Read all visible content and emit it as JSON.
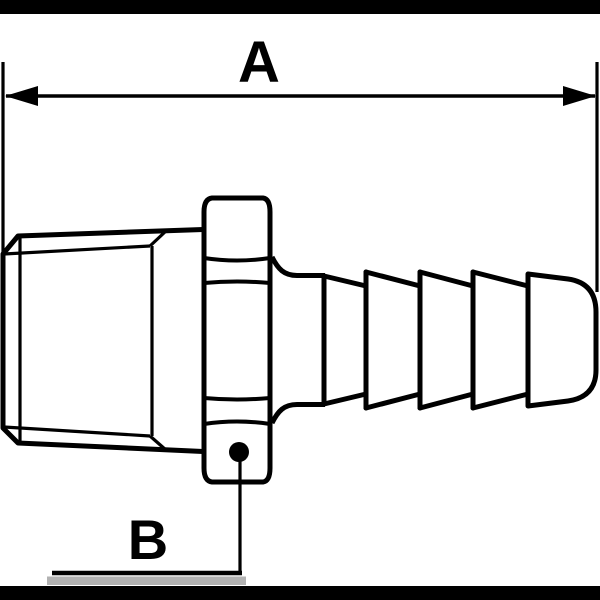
{
  "figure": {
    "kind": "technical line drawing",
    "subject": "hose barb fitting with male taper thread and hex nut, side view",
    "labels": {
      "a": "A",
      "b": "B"
    },
    "colors": {
      "line": "#000000",
      "background": "#ffffff",
      "underline_shadow": "#b2b2b2",
      "top_bar": "#000000",
      "bottom_bar": "#000000"
    }
  }
}
